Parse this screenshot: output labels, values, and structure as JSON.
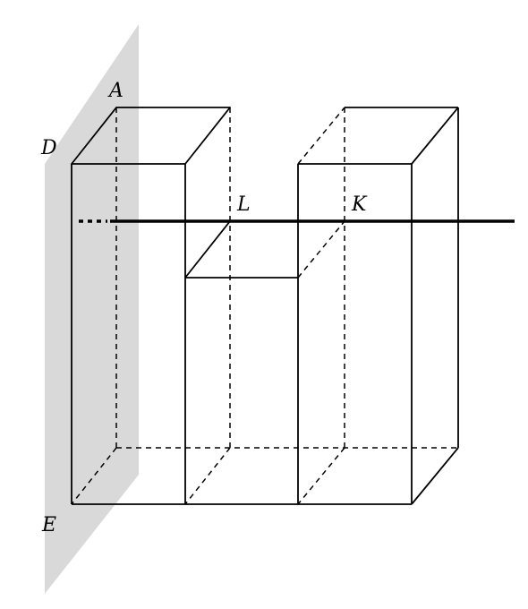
{
  "labels": {
    "A": "A",
    "D": "D",
    "E": "E",
    "L": "L",
    "K": "K"
  },
  "colors": {
    "plane": "#d9d9d9",
    "line": "#000000"
  }
}
